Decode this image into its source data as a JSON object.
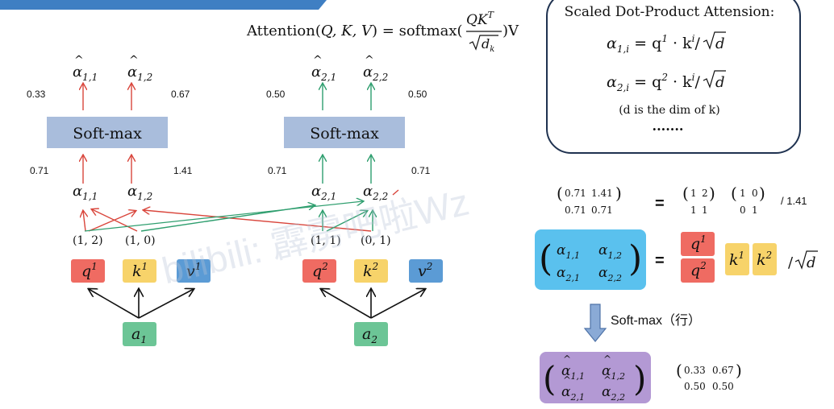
{
  "header": {
    "formula_prefix": "Attention(",
    "formula_args": "Q, K, V",
    "formula_mid": ") = softmax(",
    "formula_num": "QK",
    "formula_num_sup": "T",
    "formula_den": "d",
    "formula_den_sub": "k",
    "formula_suffix": ")V"
  },
  "info_box": {
    "title": "Scaled Dot-Product Attension:",
    "line1_lhs": "α",
    "line1_lhs_sub": "1,i",
    "line1_eq": " = q",
    "line1_q_sup": "1",
    "line1_dot": " · k",
    "line1_k_sup": "i",
    "line1_div": "/",
    "line1_d": "d",
    "line2_lhs": "α",
    "line2_lhs_sub": "2,i",
    "line2_eq": " = q",
    "line2_q_sup": "2",
    "line2_dot": " · k",
    "line2_k_sup": "i",
    "line2_div": "/",
    "line2_d": "d",
    "note": "(d is the dim of k)",
    "ellipsis": "·······"
  },
  "group1": {
    "hat_out": [
      {
        "sym": "α",
        "sub": "1,1"
      },
      {
        "sym": "α",
        "sub": "1,2"
      }
    ],
    "out_values": [
      "0.33",
      "0.67"
    ],
    "softmax_label": "Soft-max",
    "in_values": [
      "0.71",
      "1.41"
    ],
    "alphas": [
      {
        "sym": "α",
        "sub": "1,1"
      },
      {
        "sym": "α",
        "sub": "1,2"
      }
    ],
    "vectors": [
      "(1, 2)",
      "(1, 0)"
    ],
    "q": {
      "sym": "q",
      "sup": "1"
    },
    "k": {
      "sym": "k",
      "sup": "1"
    },
    "v": {
      "sym": "v",
      "sup": "1"
    },
    "a": {
      "sym": "a",
      "sub": "1"
    }
  },
  "group2": {
    "hat_out": [
      {
        "sym": "α",
        "sub": "2,1"
      },
      {
        "sym": "α",
        "sub": "2,2"
      }
    ],
    "out_values": [
      "0.50",
      "0.50"
    ],
    "softmax_label": "Soft-max",
    "in_values": [
      "0.71",
      "0.71"
    ],
    "alphas": [
      {
        "sym": "α",
        "sub": "2,1"
      },
      {
        "sym": "α",
        "sub": "2,2"
      }
    ],
    "vectors": [
      "(1, 1)",
      "(0, 1)"
    ],
    "q": {
      "sym": "q",
      "sup": "2"
    },
    "k": {
      "sym": "k",
      "sup": "2"
    },
    "v": {
      "sym": "v",
      "sup": "2"
    },
    "a": {
      "sym": "a",
      "sub": "2"
    }
  },
  "matrix_eq": {
    "lhs": [
      [
        "0.71",
        "1.41"
      ],
      [
        "0.71",
        "0.71"
      ]
    ],
    "equals": "=",
    "m1": [
      [
        "1",
        "2"
      ],
      [
        "1",
        "1"
      ]
    ],
    "m2": [
      [
        "1",
        "0"
      ],
      [
        "0",
        "1"
      ]
    ],
    "divisor": "/ 1.41"
  },
  "alpha_eq": {
    "cells": [
      [
        {
          "sym": "α",
          "sub": "1,1"
        },
        {
          "sym": "α",
          "sub": "1,2"
        }
      ],
      [
        {
          "sym": "α",
          "sub": "2,1"
        },
        {
          "sym": "α",
          "sub": "2,2"
        }
      ]
    ],
    "equals": "=",
    "q_top": {
      "sym": "q",
      "sup": "1"
    },
    "q_bot": {
      "sym": "q",
      "sup": "2"
    },
    "k1": {
      "sym": "k",
      "sup": "1"
    },
    "k2": {
      "sym": "k",
      "sup": "2"
    },
    "div": "/",
    "d": "d"
  },
  "softmax_step": {
    "label": "Soft-max（行）"
  },
  "result": {
    "cells": [
      [
        {
          "sym": "α",
          "sub": "1,1"
        },
        {
          "sym": "α",
          "sub": "1,2"
        }
      ],
      [
        {
          "sym": "α",
          "sub": "2,1"
        },
        {
          "sym": "α",
          "sub": "2,2"
        }
      ]
    ],
    "values": [
      [
        "0.33",
        "0.67"
      ],
      [
        "0.50",
        "0.50"
      ]
    ]
  },
  "watermark": "bilibili: 霹雳吧啦Wz",
  "colors": {
    "red_arrow": "#d9453b",
    "green_arrow": "#2e9e6e",
    "q_box": "#ef6b62",
    "k_box": "#f7d36a",
    "v_box": "#5b9bd5",
    "a_box": "#6cc596",
    "softmax_box": "#a9bddc",
    "alpha_matrix_box": "#5ac1ee",
    "result_box": "#b399d4",
    "top_bar": "#3f7fc3"
  }
}
